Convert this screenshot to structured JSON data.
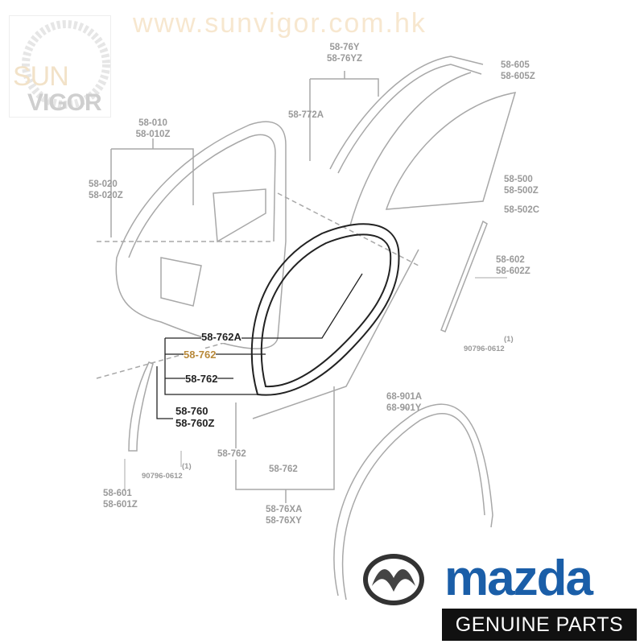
{
  "watermark": {
    "line1": "SUN",
    "line2": "VIGOR",
    "diagonal_text": "www.sunvigor.com.hk"
  },
  "labels": {
    "l_58_76y": [
      "58-76Y",
      "58-76YZ"
    ],
    "l_58_605": [
      "58-605",
      "58-605Z"
    ],
    "l_58_772a": "58-772A",
    "l_58_010": [
      "58-010",
      "58-010Z"
    ],
    "l_58_020": [
      "58-020",
      "58-020Z"
    ],
    "l_58_500": [
      "58-500",
      "58-500Z"
    ],
    "l_58_502c": "58-502C",
    "l_58_602": [
      "58-602",
      "58-602Z"
    ],
    "bolt_right": {
      "qty": "(1)",
      "part": "90796-0612"
    },
    "l_58_762a": "58-762A",
    "l_58_762_highlight": "58-762",
    "l_58_762_b": "58-762",
    "l_58_760": [
      "58-760",
      "58-760Z"
    ],
    "l_68_901": [
      "68-901A",
      "68-901Y"
    ],
    "l_58_762_c": "58-762",
    "l_58_762_d": "58-762",
    "bolt_left": {
      "qty": "(1)",
      "part": "90796-0612"
    },
    "l_58_601": [
      "58-601",
      "58-601Z"
    ],
    "l_58_76x": [
      "58-76XA",
      "58-76XY"
    ]
  },
  "brand": {
    "name": "mazda",
    "tagline": "GENUINE PARTS",
    "color": "#1a5ea8"
  }
}
